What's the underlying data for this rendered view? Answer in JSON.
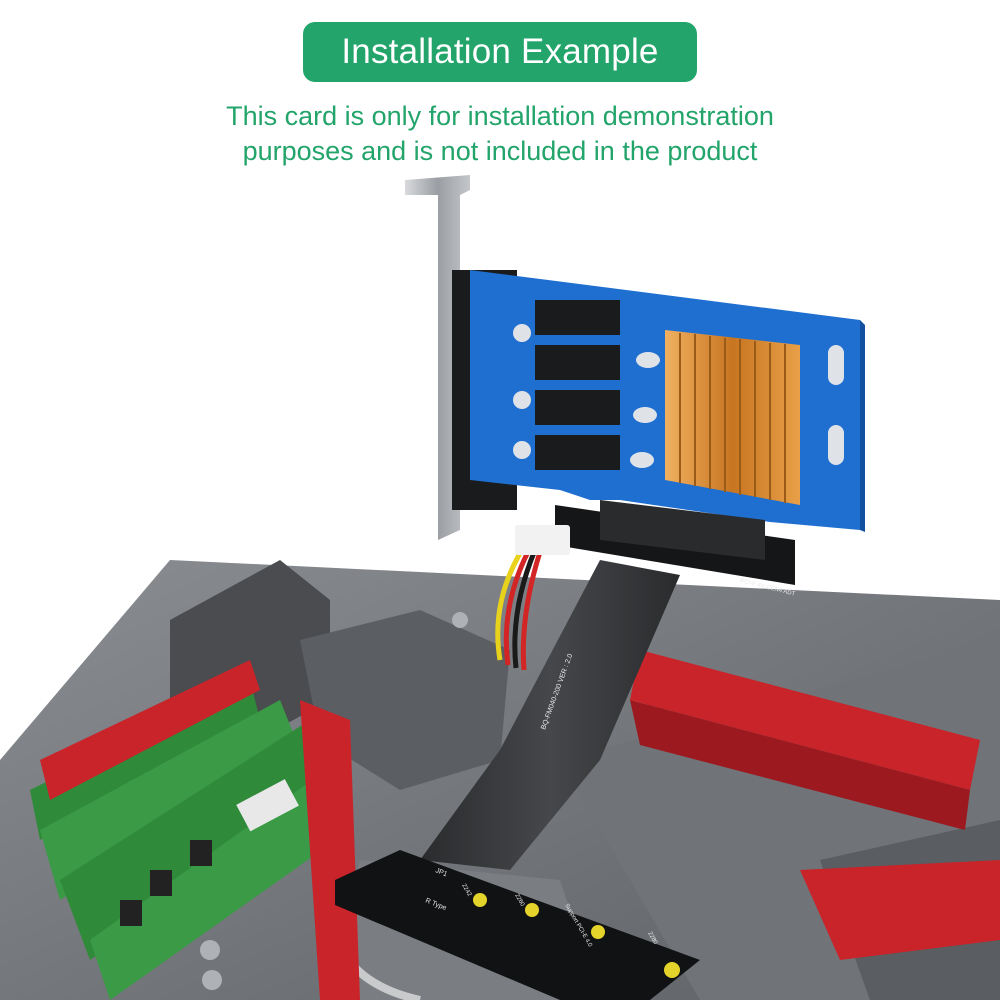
{
  "header": {
    "title": "Installation Example",
    "note_line1": "This card is only for installation demonstration",
    "note_line2": "purposes and is not included in the product"
  },
  "labels": {
    "cable_print": "BQ-FM040-200   VER : 2.0",
    "adapter_top_print": "PCI-E 4X GEN4 ADT",
    "adapter_bottom_jp": "JP1",
    "adapter_bottom_type": "R Type",
    "adapter_bottom_support": "Support PCI-E 4.0",
    "size_2242": "2242",
    "size_2260": "2260",
    "size_2280": "2280"
  },
  "colors": {
    "accent_green": "#22a46a",
    "pcb_blue": "#1f6fd0",
    "slot_red": "#c8242a",
    "ram_green": "#2f8a3a",
    "heatsink_copper": "#d8892c"
  }
}
